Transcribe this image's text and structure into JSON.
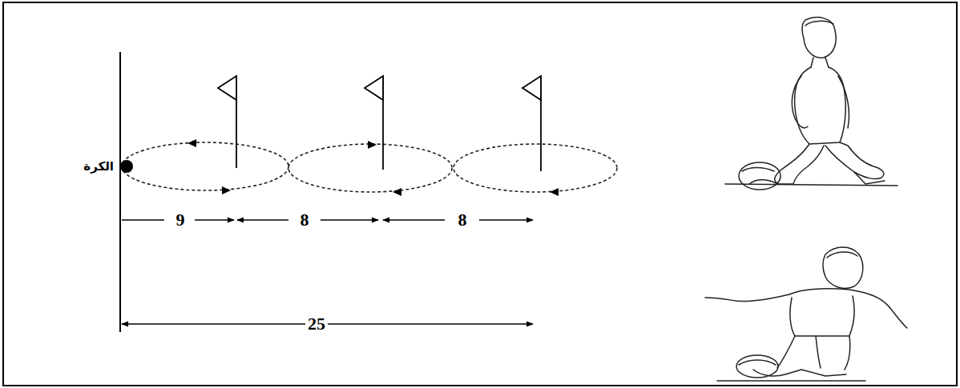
{
  "diagram": {
    "labels": [
      "الكرة",
      "9",
      "8",
      "8",
      "25"
    ]
  }
}
